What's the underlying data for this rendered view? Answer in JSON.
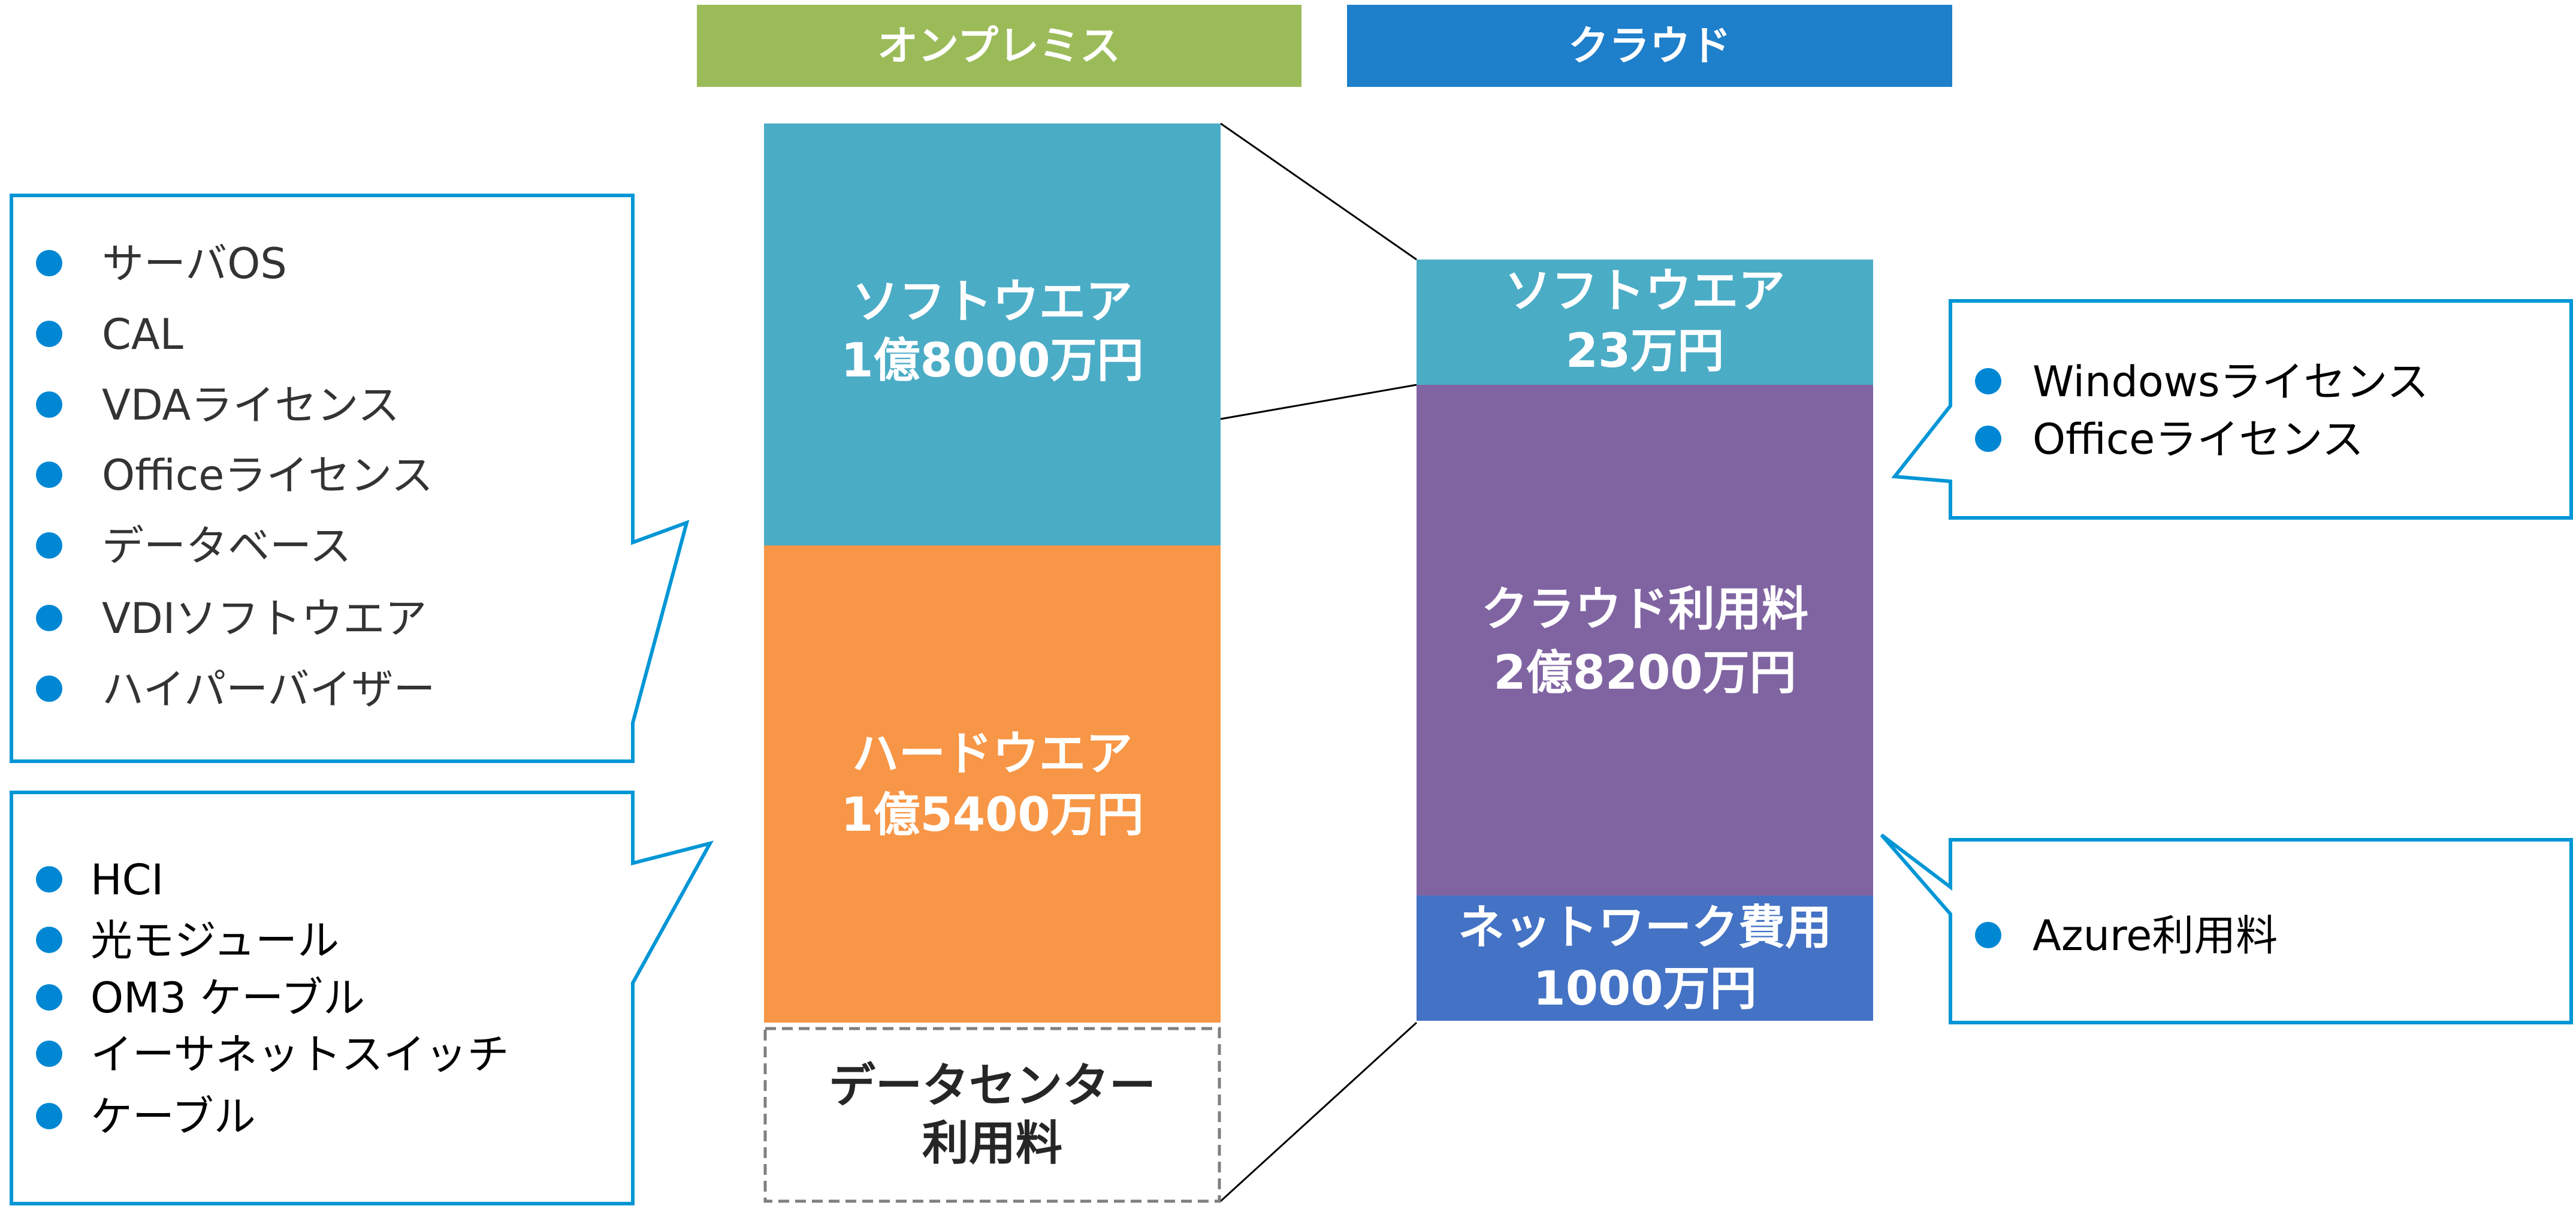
{
  "headers": {
    "onprem": "オンプレミス",
    "cloud": "クラウド"
  },
  "onprem": {
    "software": {
      "label": "ソフトウエア",
      "amount": "1億8000万円"
    },
    "hardware": {
      "label": "ハードウエア",
      "amount": "1億5400万円"
    },
    "datacenter": {
      "label_line1": "データセンター",
      "label_line2": "利用料"
    }
  },
  "cloud": {
    "software": {
      "label": "ソフトウエア",
      "amount": "23万円"
    },
    "usage": {
      "label": "クラウド利用料",
      "amount": "2億8200万円"
    },
    "network": {
      "label": "ネットワーク費用",
      "amount": "1000万円"
    }
  },
  "callouts": {
    "onprem_software": [
      "サーバOS",
      "CAL",
      "VDAライセンス",
      "Officeライセンス",
      "データベース",
      "VDIソフトウエア",
      "ハイパーバイザー"
    ],
    "onprem_hardware": [
      "HCI",
      "光モジュール",
      "OM3 ケーブル",
      "イーサネットスイッチ",
      "ケーブル"
    ],
    "cloud_software": [
      "Windowsライセンス",
      "Officeライセンス"
    ],
    "cloud_usage": [
      "Azure利用料"
    ]
  },
  "colors": {
    "onprem_header": "#9BBB59",
    "cloud_header": "#1E7FCB",
    "software": "#4BACC6",
    "hardware": "#F79646",
    "usage": "#8064A2",
    "network": "#4472C4",
    "callout_border": "#0096D6",
    "bullet": "#0087D4"
  }
}
